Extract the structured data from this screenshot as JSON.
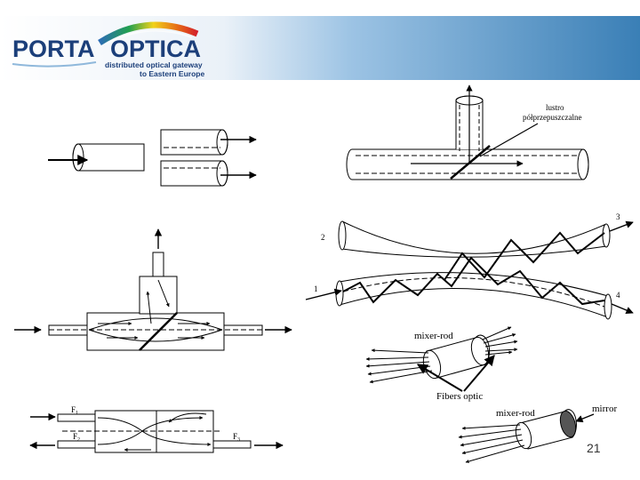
{
  "banner": {
    "brand_left": "PORTA",
    "brand_right": "OPTICA",
    "tagline_1": "distributed optical gateway",
    "tagline_2": "to Eastern Europe"
  },
  "labels": {
    "mirror_pl_1": "lustro",
    "mirror_pl_2": "półprzepuszczalne",
    "port_1": "1",
    "port_2": "2",
    "port_3": "3",
    "port_4": "4",
    "mixer_rod_1": "mixer-rod",
    "fibers_optic": "Fibers optic",
    "mixer_rod_2": "mixer-rod",
    "mirror": "mirror",
    "f1": "F",
    "f1_sub": "1",
    "f2": "F",
    "f2_sub": "2",
    "f3": "F",
    "f3_sub": "3"
  },
  "page_number": "21",
  "colors": {
    "banner_blue": "#3a7fb6",
    "brand_navy": "#1c3f7a",
    "line": "#000000"
  }
}
